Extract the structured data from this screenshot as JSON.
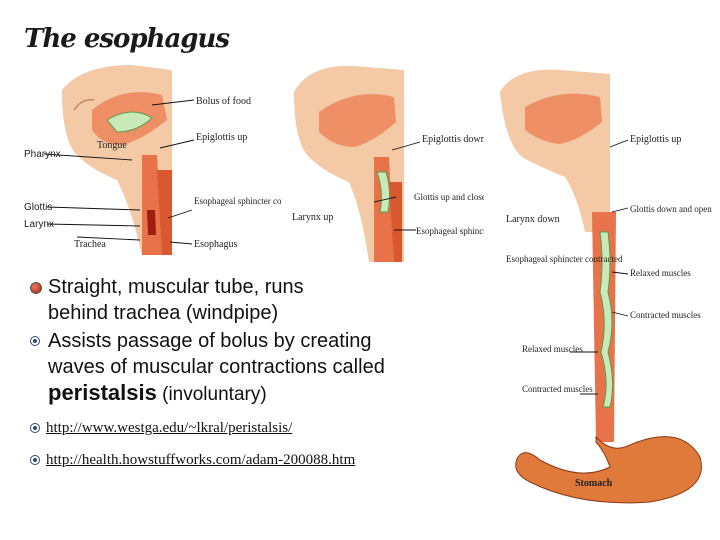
{
  "slide": {
    "title": "The esophagus"
  },
  "figure_left": {
    "labels": {
      "bolus": "Bolus of food",
      "epiglottis_up": "Epiglottis up",
      "pharynx": "Pharynx",
      "tongue": "Tongue",
      "glottis": "Glottis",
      "larynx": "Larynx",
      "sphincter": "Esophageal sphincter contracted",
      "trachea": "Trachea",
      "esophagus": "Esophagus"
    }
  },
  "figure_middle": {
    "labels": {
      "epiglottis_down": "Epiglottis down",
      "larynx_up": "Larynx up",
      "glottis_up": "Glottis up and closed",
      "sphincter_relaxed": "Esophageal sphincter relaxed"
    }
  },
  "figure_right": {
    "labels": {
      "epiglottis_up": "Epiglottis up",
      "glottis_down": "Glottis down and open",
      "larynx_down": "Larynx down",
      "sphincter_contracted": "Esophageal sphincter contracted",
      "relaxed_muscles_1": "Relaxed muscles",
      "contracted_muscles_1": "Contracted muscles",
      "relaxed_muscles_2": "Relaxed muscles",
      "contracted_muscles_2": "Contracted muscles",
      "stomach": "Stomach"
    }
  },
  "bullets": [
    {
      "line1": "Straight, muscular tube, runs",
      "line2": "behind trachea (windpipe)"
    },
    {
      "line1": "Assists passage of bolus by creating",
      "line2": "waves of muscular contractions called",
      "term": "peristalsis",
      "suffix": " (involuntary)"
    }
  ],
  "links": [
    "http://www.westga.edu/~lkral/peristalsis/",
    "http://health.howstuffworks.com/adam-200088.htm"
  ]
}
